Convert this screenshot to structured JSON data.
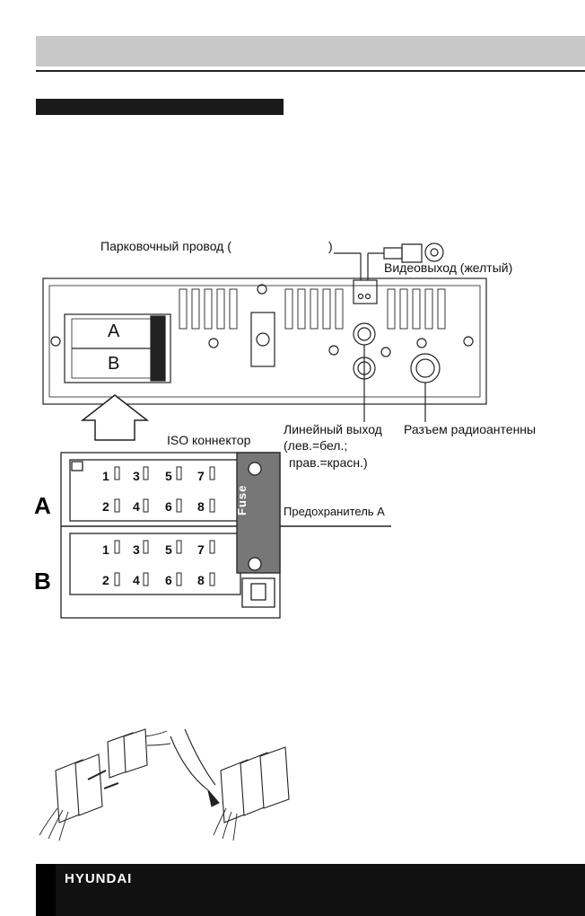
{
  "labels": {
    "parking_wire": "Парковочный провод (",
    "parking_wire_close": ")",
    "video_out": "Видеовыход (желтый)",
    "line_out": "Линейный выход",
    "line_out_left": "(лев.=бел.;",
    "line_out_right": "прав.=красн.)",
    "antenna": "Разъем радиоантенны",
    "iso_connector": "ISO коннектор",
    "fuse_label": "Предохранитель   А",
    "fuse_text": "Fuse",
    "connector_a": "A",
    "connector_b": "B",
    "big_a": "A",
    "big_b": "B"
  },
  "pins": {
    "row1": [
      "1",
      "3",
      "5",
      "7"
    ],
    "row2": [
      "2",
      "4",
      "6",
      "8"
    ]
  },
  "footer": {
    "brand": "HYUNDAI"
  }
}
